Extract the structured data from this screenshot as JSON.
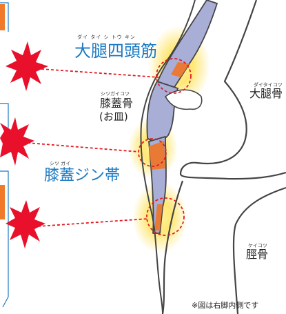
{
  "colors": {
    "accent_blue": "#1b7ac2",
    "burst_red": "#e8102a",
    "dash_red": "#e11a22",
    "bone_outline": "#444444",
    "tendon_fill": "#a9aed6",
    "tendon_orange": "#e97a35",
    "glow_yellow": "#ffe04a"
  },
  "labels": {
    "quadriceps": {
      "ruby": "ダイ タイ シ トウ キン",
      "text": "大腿四頭筋"
    },
    "patella": {
      "ruby": "シツガイコツ",
      "text": "膝蓋骨",
      "sub": "(お皿)"
    },
    "patellar_ligament": {
      "ruby": "シツ ガイ",
      "text": "膝蓋ジン帯"
    },
    "femur": {
      "ruby": "ダイタイコツ",
      "text": "大腿骨"
    },
    "tibia": {
      "ruby": "ケイコツ",
      "text": "脛骨"
    }
  },
  "note": "※図は右脚内側です",
  "pain_points": [
    "quadriceps-tendon",
    "patella",
    "patellar-ligament"
  ]
}
